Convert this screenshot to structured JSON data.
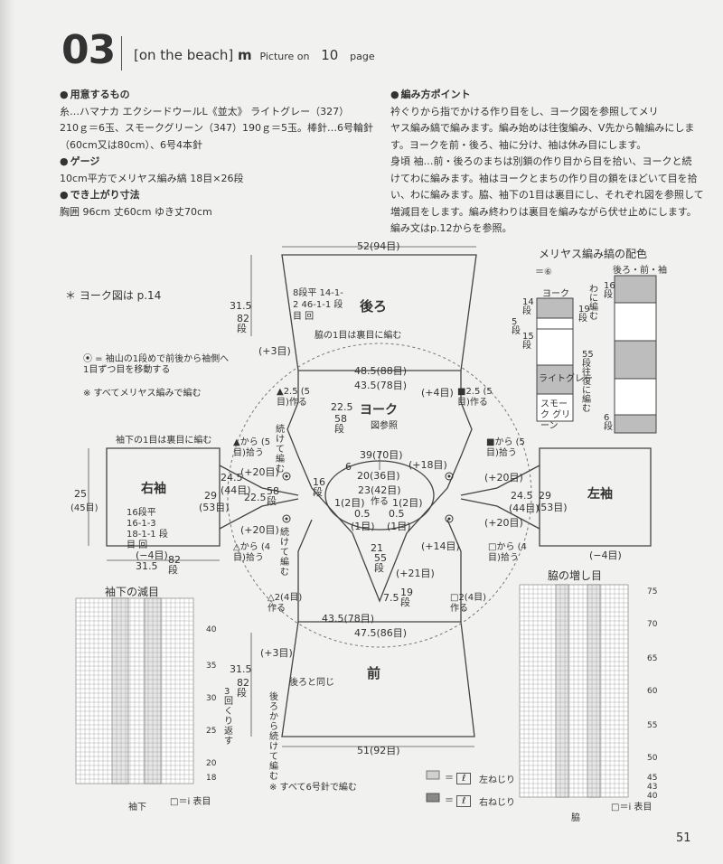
{
  "header": {
    "number": "03",
    "title_bracket": "[on the beach]",
    "title_suffix": "m",
    "picture_on": "Picture on",
    "page_ref": "10",
    "page_word": "page"
  },
  "materials": {
    "heading": "用意するもの",
    "lines": [
      "糸…ハマナカ エクシードウールL《並太》 ライトグレー（327）",
      "210ｇ＝6玉、スモークグリーン（347）190ｇ＝5玉。棒針…6号輪針",
      "（60cm又は80cm）、6号4本針"
    ]
  },
  "gauge": {
    "heading": "ゲージ",
    "text": "10cm平方でメリヤス編み縞 18目×26段"
  },
  "size": {
    "heading": "でき上がり寸法",
    "text": "胸囲 96cm 丈60cm ゆき丈70cm"
  },
  "points": {
    "heading": "編み方ポイント",
    "lines": [
      "衿ぐりから指でかける作り目をし、ヨーク図を参照してメリ",
      "ヤス編み縞で編みます。編み始めは往復編み、V先から輪編みにしま",
      "す。ヨークを前・後ろ、袖に分け、袖は休み目にします。",
      "身頃 袖…前・後ろのまちは別鎖の作り目から目を拾い、ヨークと続",
      "けてわに編みます。袖はヨークとまちの作り目の鎖をほどいて目を拾",
      "い、わに編みます。脇、袖下の1目は裏目にし、それぞれ図を参照して",
      "増減目をします。編み終わりは裏目を編みながら伏せ止めにします。",
      "編み文はp.12からを参照。"
    ]
  },
  "diagram": {
    "back": "後ろ",
    "front": "前",
    "yoke": "ヨーク",
    "yoke_ref": "図参照",
    "right_sleeve": "右袖",
    "left_sleeve": "左袖",
    "yoke_note": "＊ ヨーク図は p.14",
    "note_circle": "⦿ = 袖山の1段めで前後から袖側へ 1目ずつ目を移動する",
    "note_all": "※ すべてメリヤス編みで編む",
    "note_needle": "※ すべて6号針で編む",
    "back_width": "52(94目)",
    "back_height": "31.5",
    "back_rows": "82段",
    "back_incr": "8段平 14-1-2 46-1-1 段 目 回",
    "side_note_back": "脇の1目は裏目に編む",
    "plus3_top": "(+3目)",
    "plus3_bottom": "(+3目)",
    "w_48": "48.5(88目)",
    "w_43_top": "43.5(78目)",
    "w_43_bot": "43.5(78目)",
    "w_47": "47.5(86目)",
    "front_width": "51(92目)",
    "front_height": "31.5",
    "front_rows": "82段",
    "same_as_back": "後ろと同じ",
    "continue_back": "後ろから続けて編む",
    "continue_front": "続けて編む",
    "yoke_h": "22.5",
    "yoke_rows": "58段",
    "w_39": "39(70目)",
    "w_20": "20(36目)",
    "w_23": "23(42目)",
    "make_label": "作る",
    "c_1_2": "1(2目)",
    "c_0_5": "0.5",
    "c_1me": "(1目)",
    "c_21": "21",
    "c_55": "55段",
    "c_75": "7.5",
    "c_19": "19段",
    "c_16": "16段",
    "c_6": "6",
    "p_18": "(+18目)",
    "p_14": "(+14目)",
    "p_21": "(+21目)",
    "p_4": "(+4目)",
    "p_20": "(+20目)",
    "m_4": "(−4目)",
    "tri_top_left": "▲2.5 (5目)作る",
    "sq_top_right": "■2.5 (5目)作る",
    "tri_bot_left": "△2(4目) 作る",
    "sq_bot_right": "□2(4目) 作る",
    "pick_tri": "▲から (5目)拾う",
    "pick_sq": "■から (5目)拾う",
    "pick_tri2": "△から (4目)拾う",
    "pick_sq2": "□から (4目)拾う",
    "sleeve_underarm": "袖下の1目は裏目に編む",
    "sleeve_w": "29",
    "sleeve_st": "(53目)",
    "sleeve_len": "24.5",
    "sleeve_len_st": "(44目)",
    "sleeve_h": "22.5",
    "sleeve_h_rows": "58段",
    "sleeve_decr": "16段平 16-1-3 18-1-1 段 目 回",
    "sleeve_total": "25",
    "sleeve_total_st": "(45目)",
    "sleeve_bottom": "31.5",
    "sleeve_bottom_rows": "82段"
  },
  "stripe": {
    "title": "メリヤス編み縞の配色",
    "eq_mark": "＝⑥",
    "yoke_col": "ヨーク",
    "body_col": "後ろ・前・袖",
    "light": "ライトグレー",
    "smoke": "スモーク グリーン",
    "r14": "14段",
    "r5": "5段",
    "r15": "15段",
    "r19": "19段",
    "r55": "55段 往復に編む",
    "r16": "16段",
    "r6": "6段",
    "wa": "わに編む"
  },
  "sleeve_chart": {
    "title": "袖下の減目",
    "repeat": "3回くり返す",
    "axis": "袖下",
    "legend": "□＝ⅰ 表目",
    "rows": [
      "40",
      "35",
      "30",
      "25",
      "20",
      "18"
    ]
  },
  "side_chart": {
    "title": "脇の増し目",
    "axis": "脇",
    "legend": "□＝ⅰ 表目",
    "rows": [
      "75",
      "70",
      "65",
      "60",
      "55",
      "50",
      "45",
      "43",
      "40"
    ]
  },
  "twist_legend": {
    "left": "左ねじり",
    "right": "右ねじり"
  },
  "footer": {
    "page_number": "51"
  }
}
